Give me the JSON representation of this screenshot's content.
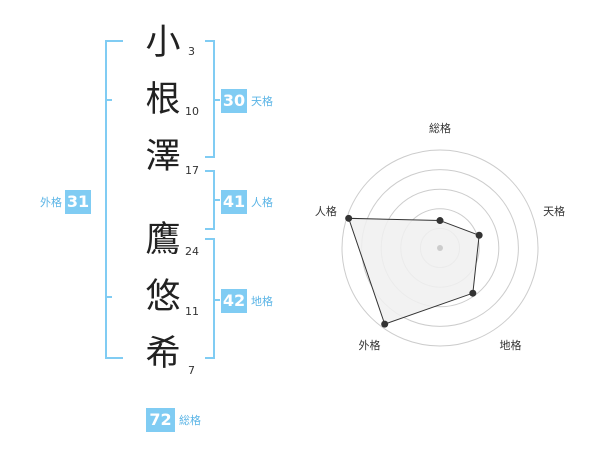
{
  "name": {
    "chars": [
      {
        "char": "小",
        "strokes": "3"
      },
      {
        "char": "根",
        "strokes": "10"
      },
      {
        "char": "澤",
        "strokes": "17"
      },
      {
        "char": "鷹",
        "strokes": "24"
      },
      {
        "char": "悠",
        "strokes": "11"
      },
      {
        "char": "希",
        "strokes": "7"
      }
    ]
  },
  "fortunes": {
    "tenkaku": {
      "value": "30",
      "label": "天格"
    },
    "jinkaku": {
      "value": "41",
      "label": "人格"
    },
    "chikaku": {
      "value": "42",
      "label": "地格"
    },
    "gaikaku": {
      "value": "31",
      "label": "外格"
    },
    "soukaku": {
      "value": "72",
      "label": "総格"
    }
  },
  "radar": {
    "axes": [
      "総格",
      "天格",
      "地格",
      "外格",
      "人格"
    ],
    "values": [
      0.28,
      0.42,
      0.57,
      0.96,
      0.98
    ],
    "colors": {
      "fill": "#f0f0f0",
      "line": "#333333",
      "ring": "#cccccc",
      "bracket": "#80ccf3"
    }
  }
}
